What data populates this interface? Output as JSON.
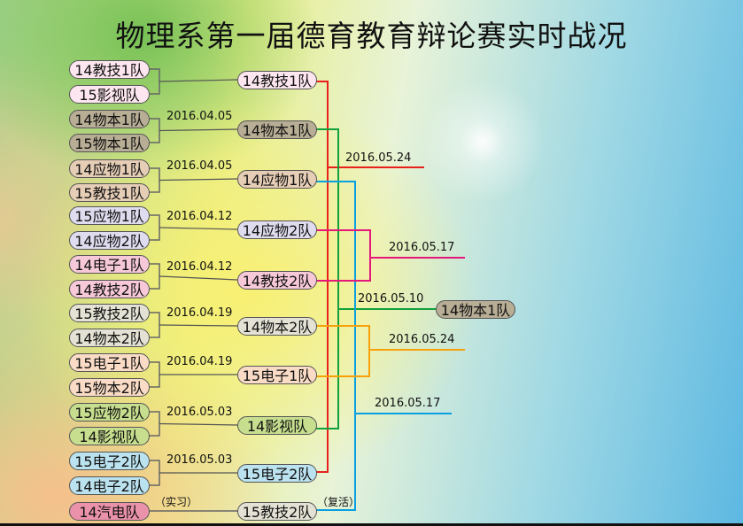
{
  "title": "物理系第一届德育教育辩论赛实时战况",
  "round1": [
    {
      "teams": [
        "14教技1队",
        "15影视队"
      ],
      "colors": [
        "#fde6ef",
        "#fde6ef"
      ],
      "date": "",
      "winner": "14教技1队",
      "wcolor": "#fde6ef"
    },
    {
      "teams": [
        "14物本1队",
        "15物本1队"
      ],
      "colors": [
        "#b8ad95",
        "#b8ad95"
      ],
      "date": "2016.04.05",
      "winner": "14物本1队",
      "wcolor": "#b8ad95"
    },
    {
      "teams": [
        "14应物1队",
        "15教技1队"
      ],
      "colors": [
        "#e6cdb6",
        "#e6cdb6"
      ],
      "date": "2016.04.05",
      "winner": "14应物1队",
      "wcolor": "#e6cdb6"
    },
    {
      "teams": [
        "15应物1队",
        "14应物2队"
      ],
      "colors": [
        "#dedcee",
        "#dedcee"
      ],
      "date": "2016.04.12",
      "winner": "14应物2队",
      "wcolor": "#dedcee"
    },
    {
      "teams": [
        "14电子1队",
        "14教技2队"
      ],
      "colors": [
        "#f6c8d8",
        "#f6c8d8"
      ],
      "date": "2016.04.12",
      "winner": "14教技2队",
      "wcolor": "#f6c8d8"
    },
    {
      "teams": [
        "15教技2队",
        "14物本2队"
      ],
      "colors": [
        "#e4e2d4",
        "#e4e2d4"
      ],
      "date": "2016.04.19",
      "winner": "14物本2队",
      "wcolor": "#e4e2d4"
    },
    {
      "teams": [
        "15电子1队",
        "15物本2队"
      ],
      "colors": [
        "#fadcc6",
        "#fadcc6"
      ],
      "date": "2016.04.19",
      "winner": "15电子1队",
      "wcolor": "#fadcc6"
    },
    {
      "teams": [
        "15应物2队",
        "14影视队"
      ],
      "colors": [
        "#c6de8e",
        "#c6de8e"
      ],
      "date": "2016.05.03",
      "winner": "14影视队",
      "wcolor": "#c6de8e"
    },
    {
      "teams": [
        "15电子2队",
        "14电子2队"
      ],
      "colors": [
        "#bbe2ef",
        "#bbe2ef"
      ],
      "date": "2016.05.03",
      "winner": "15电子2队",
      "wcolor": "#bbe2ef"
    }
  ],
  "repechage": {
    "team": "14汽电队",
    "team_color": "#ea92aa",
    "note_left": "（实习）",
    "winner": "15教技2队",
    "wcolor": "#e4e2d4",
    "note_right": "（复活）"
  },
  "round2": [
    {
      "date": "2016.05.24",
      "color": "#e8211b"
    },
    {
      "date": "2016.05.10",
      "color": "#12a03c"
    },
    {
      "date": "2016.05.17",
      "color": "#0aa0e0"
    },
    {
      "date": "2016.05.17",
      "color": "#e4177a"
    },
    {
      "date": "2016.05.24",
      "color": "#f7a10a"
    }
  ],
  "final": {
    "team": "14物本1队",
    "color": "#b8ad95"
  }
}
